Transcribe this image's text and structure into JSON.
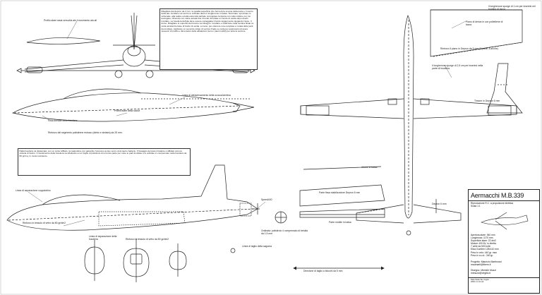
{
  "labels": {
    "profilo_ala": "Profilo alare rasia verso/da ale / movimento ala ali",
    "linea_attraversamento": "Linea di attraversamento della scocca/centina",
    "profilo_ala_dorso": "Profilo alare della radice",
    "vista_dorso": "Vista dorsale della fusoliera",
    "rinforzo_legno": "Rinforzo del segmento polistirene estruso (dietro e sinistra) da 25 mm.",
    "linea_separazione_top": "Linea di separazione cuppolotino",
    "rinforzo_cartone": "Rinforzo in tessuto di vetro da 80 gr/dm2",
    "servo": "Speed400",
    "ordinata": "Ordinata: polistirolo 4 compensato di betulla da 1.5 mm",
    "ordinata_sagoma": "Linea di taglio della sagoma",
    "linea_separazione_low": "Linea di separazione della fusoliera",
    "rinforzo_tessuto": "Rinforzo in tessuto di vetro da 50 gr/dm2",
    "linea_direzione": "Linea di taglio della sagoma",
    "direzione_tile": "Direzione di taglio a blocchi da 5 mm",
    "airone_ala": "Airone in balsa",
    "parte_fissa": "Parte fissa stabilizzatore Depron 6 mm",
    "parte_mobile": "Parte mobile in balsa",
    "depron_6mm": "Depron 6 mm",
    "timone": "Timone in Depron 6 mm",
    "longherone_top": "Il longherone sporge di 1 cm per inserirsi nel bordino di tacca",
    "piano_deriva": "Piano di deriva in con polietilene di tacca",
    "rinforzo_piani": "Rinforzo il piano in Depron da 5 mm (2 parte, 4 anche)",
    "longherone_mid": "Il longherone sporge di 2,5 cm per inserirsi nella parte di fusoliera"
  },
  "notes": {
    "note1": "Ritagliare dal depron da 3 mm. la qualità superficie che fermerà la scocca della parte e il centro della ala. Incollare sul centro le ordinate dietro il longherone in balsa. Terminato, spruzzare lo schienale, alla radice ed alla estremità dell'ala. Accoppiare la fascia con colla vinilica, poi, far asciugare, rifinendo con carta vetrata fine il bordo d'entrata e il bordo di uscita dopo averlo incollato. La fusoliera dell'ala deve essere carteggiata il bordo leggermente piegando l'asse. Il dorso. Ritagliare le superfici del timone nel disegno. Incollare e realizzare nella centina finale su carta ad altezza base di bordo di uscita, a mano, per ottenere una completa e curata delle parti da incollare. Applicare un secondo strato di vernice finale su carta per assicurarsi di avere spessori di profilo e dimensioni delle ali/alettoni (sono i piani mobili) per tutta la sezione.",
    "note2": "Dalla fusoliera va distaccata, con un cutter affilato, la cappottina, per garantire l'accesso ai due servi ed al pacco batterie. Il fissaggio del pacco batterie è affidato ad una striscia di Velcro. Il rivestimento della fusoliera va effettuato su un foglio di polistirolo di un'unica parte per unire le parti incollate e le ordinate in compensato nella fusoliera da 80 gr/mq, in modo resistente."
  },
  "titleblock": {
    "title": "Aermacchi M.B.339",
    "subtitle": "Riproduzione R.C. a propulsione elettrica",
    "scale": "Scala 1:1",
    "specs": [
      "Apertura alare: 940 mm",
      "Lunghezza: 1170 mm",
      "Superficie alare: 22 dm2",
      "Motore 400 6V, in diretta",
      "7 celle da 500 mAh",
      "Elica Gunther 125x110 mm",
      "Peso in volo: 440 gr. max",
      "Peso in a.u.d.: 340 gr."
    ],
    "progetto_label": "Progetto: Maurizio Martinucci",
    "progetto_email": "maumarti@libero.it",
    "disegno_label": "Disegno: Michele Muzzi",
    "disegno_email": "mimuzzi@virgilio.it",
    "table_rows": [
      "Data   Scala   Tav.   Foglio",
      "2003   1:1     1/1    A3"
    ]
  }
}
